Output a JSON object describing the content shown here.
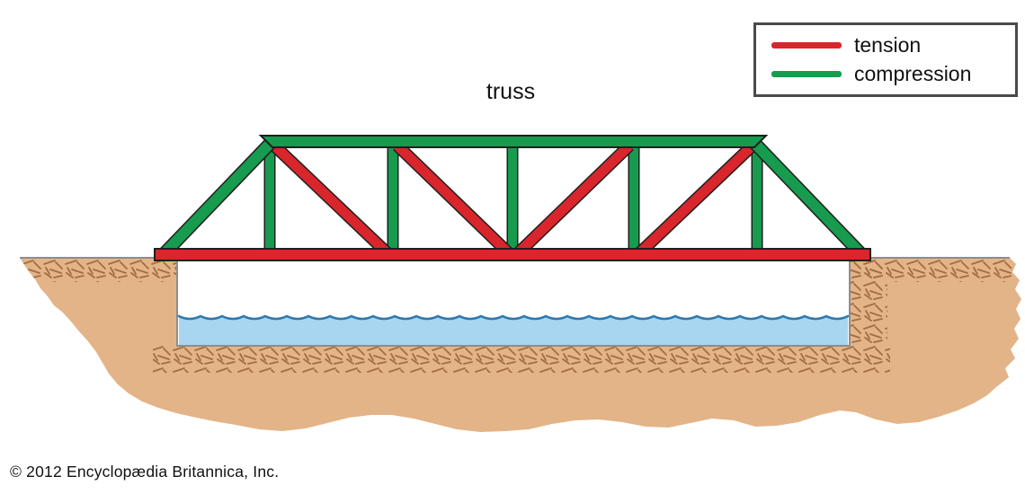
{
  "title": "truss",
  "copyright": "© 2012 Encyclopædia Britannica, Inc.",
  "legend": {
    "items": [
      {
        "label": "tension",
        "color": "#d8262c"
      },
      {
        "label": "compression",
        "color": "#179b4e"
      }
    ]
  },
  "colors": {
    "tension": "#d8262c",
    "compression": "#179b4e",
    "outline": "#1f1f1f",
    "ground": "#e3b488",
    "hatch": "#a26e3f",
    "water": "#a8d5f0",
    "wave": "#2f78ad",
    "line": "#8d8d8d",
    "legend-border": "#4a4a4a",
    "text": "#111111"
  },
  "diagram": {
    "type": "truss bridge cross-section over river",
    "truss_style": "Pratt truss",
    "members": {
      "top_chord": "compression",
      "end_diagonals": "compression",
      "verticals": "compression",
      "bottom_chord": "tension",
      "interior_diagonals": "tension"
    },
    "counts": {
      "verticals": 5,
      "interior_diagonals": 4,
      "panels": 6
    },
    "scene": [
      "tan riverbanks with hatched soil edges",
      "river water with wavy surface",
      "truss bridge spanning the channel"
    ]
  }
}
